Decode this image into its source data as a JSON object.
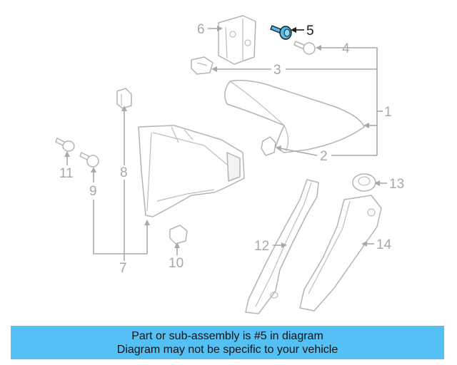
{
  "callouts": {
    "c1": "1",
    "c2": "2",
    "c3": "3",
    "c4": "4",
    "c5": "5",
    "c6": "6",
    "c7": "7",
    "c8": "8",
    "c9": "9",
    "c10": "10",
    "c11": "11",
    "c12": "12",
    "c13": "13",
    "c14": "14"
  },
  "highlighted_part": "5",
  "colors": {
    "highlight_part": "#4dbde9",
    "banner_background": "#55c0f3",
    "line_art": "#b4b4b4"
  },
  "banner": {
    "line1": "Part or sub-assembly is #5 in diagram",
    "line2": "Diagram may not be specific to your vehicle"
  }
}
